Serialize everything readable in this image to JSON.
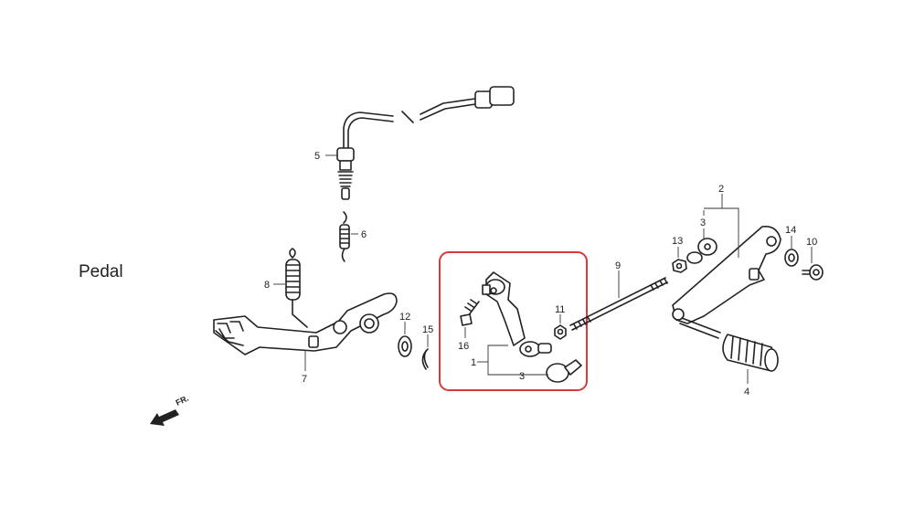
{
  "diagram": {
    "title": "Pedal",
    "direction_label": "FR.",
    "highlight_color": "#d63a3a",
    "callouts": {
      "c1": "1",
      "c2": "2",
      "c3a": "3",
      "c3b": "3",
      "c4": "4",
      "c5": "5",
      "c6": "6",
      "c7": "7",
      "c8": "8",
      "c9": "9",
      "c10": "10",
      "c11": "11",
      "c12": "12",
      "c13": "13",
      "c14": "14",
      "c15": "15",
      "c16": "16"
    }
  }
}
